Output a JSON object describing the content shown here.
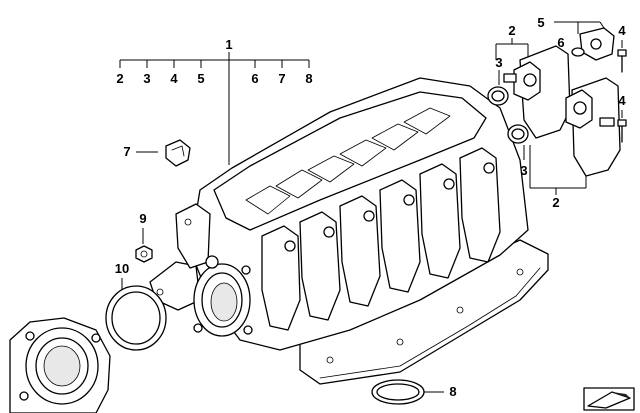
{
  "colors": {
    "line": "#000000",
    "background": "#ffffff"
  },
  "callouts": {
    "c1": "1",
    "c2a": "2",
    "c3a": "3",
    "c4a": "4",
    "c5a": "5",
    "c6a": "6",
    "c7a": "7",
    "c8a": "8",
    "c2_top": "2",
    "c3_top": "3",
    "c5_top": "5",
    "c6_top": "6",
    "c4_top": "4",
    "c4_mid": "4",
    "c3_mid": "3",
    "c2_bot": "2",
    "c7": "7",
    "c9": "9",
    "c10": "10",
    "c8_bot": "8"
  },
  "icons": {
    "corner_icon": "folded-paper-icon"
  }
}
